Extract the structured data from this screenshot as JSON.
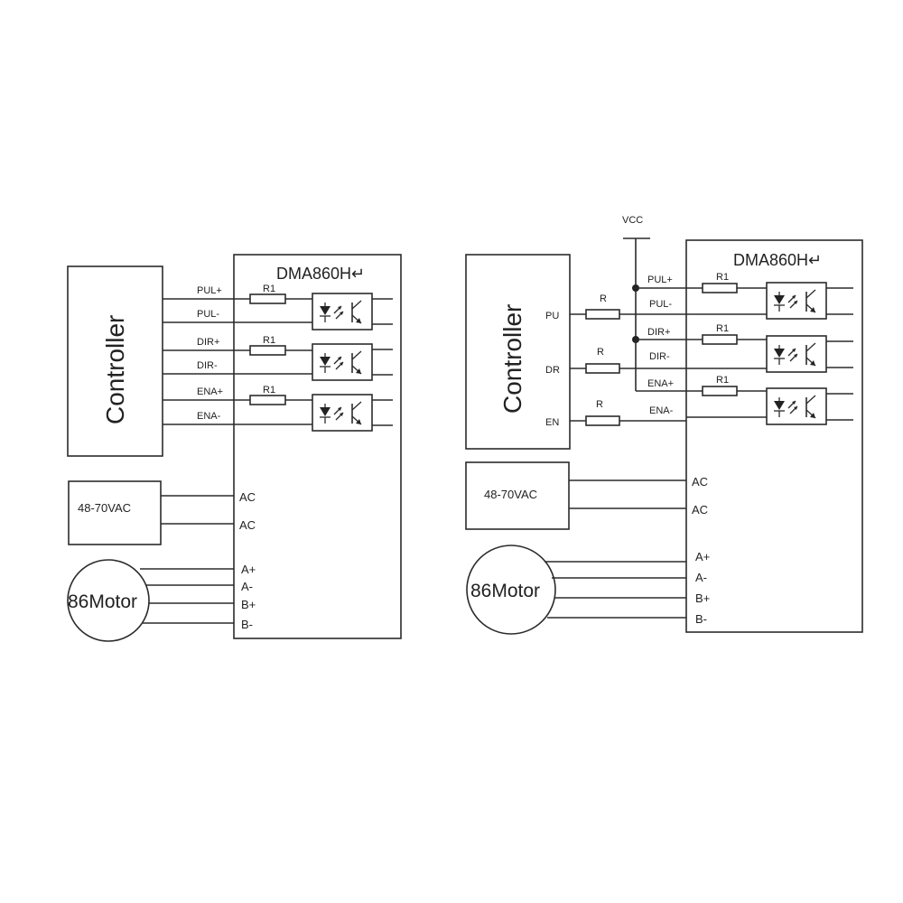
{
  "left": {
    "driver_title": "DMA860H↵",
    "controller": "Controller",
    "signals": [
      "PUL+",
      "PUL-",
      "DIR+",
      "DIR-",
      "ENA+",
      "ENA-"
    ],
    "resistors": [
      "R1",
      "R1",
      "R1"
    ],
    "power_supply": "48-70VAC",
    "ac_terminals": [
      "AC",
      "AC"
    ],
    "motor": "86Motor",
    "motor_terminals": [
      "A+",
      "A-",
      "B+",
      "B-"
    ]
  },
  "right": {
    "driver_title": "DMA860H↵",
    "controller": "Controller",
    "vcc": "VCC",
    "controller_pins": [
      "PU",
      "DR",
      "EN"
    ],
    "controller_resistors": [
      "R",
      "R",
      "R"
    ],
    "signals": [
      "PUL+",
      "PUL-",
      "DIR+",
      "DIR-",
      "ENA+",
      "ENA-"
    ],
    "resistors": [
      "R1",
      "R1",
      "R1"
    ],
    "power_supply": "48-70VAC",
    "ac_terminals": [
      "AC",
      "AC"
    ],
    "motor": "86Motor",
    "motor_terminals": [
      "A+",
      "A-",
      "B+",
      "B-"
    ]
  }
}
